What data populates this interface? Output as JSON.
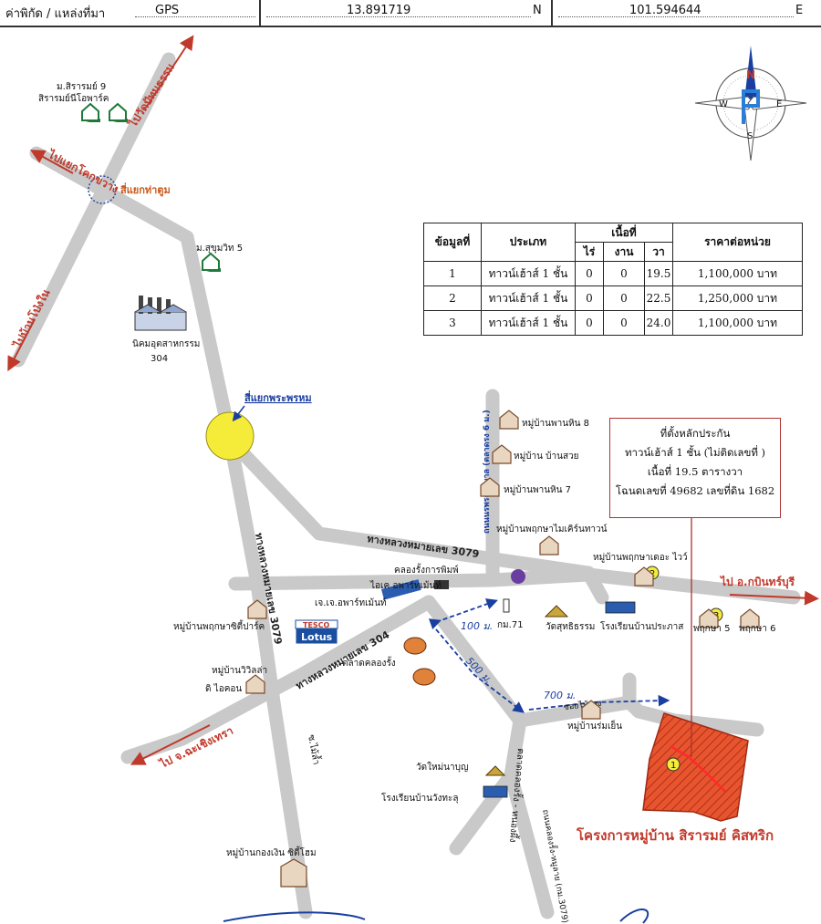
{
  "header": {
    "label": "ค่าพิกัด / แหล่งที่มา",
    "source": "GPS",
    "lat": "13.891719",
    "lat_suffix": "N",
    "lon": "101.594644",
    "lon_suffix": "E"
  },
  "compass": {
    "n": "N",
    "s": "S",
    "e": "E",
    "w": "W"
  },
  "table": {
    "headers": [
      "ข้อมูลที่",
      "ประเภท",
      "เนื้อที่",
      "ราคาต่อหน่วย"
    ],
    "area_units": [
      "ไร่",
      "งาน",
      "วา"
    ],
    "rows": [
      {
        "no": "1",
        "type": "ทาวน์เฮ้าส์ 1 ชั้น",
        "rai": "0",
        "ngan": "0",
        "wa": "19.5",
        "price": "1,100,000 บาท"
      },
      {
        "no": "2",
        "type": "ทาวน์เฮ้าส์ 1 ชั้น",
        "rai": "0",
        "ngan": "0",
        "wa": "22.5",
        "price": "1,250,000 บาท"
      },
      {
        "no": "3",
        "type": "ทาวน์เฮ้าส์ 1 ชั้น",
        "rai": "0",
        "ngan": "0",
        "wa": "24.0",
        "price": "1,100,000 บาท"
      }
    ]
  },
  "infobox": {
    "line1": "ที่ตั้งหลักประกัน",
    "line2": "ทาวน์เฮ้าส์ 1 ชั้น (ไม่ติดเลขที่ )",
    "line3": "เนื้อที่ 19.5 ตารางวา",
    "line4": "โฉนดเลขที่ 49682 เลขที่ดิน 1682"
  },
  "labels": {
    "sirarom9_a": "ม.สิรารมย์ 9",
    "sirarom9_b": "สิรารมย์นีโอพาร์ค",
    "to_pathum": "ไปวัดปัทมธรรม",
    "to_khok": "ไปแยกโคกขวาง",
    "to_bang": "ไปบ้านโป่งใน",
    "sia_ta_tum": "สี่แยกท่าตูม",
    "sukhumvit5": "ม.สุขุมวิท 5",
    "industrial": "นิคมอุตสาหกรรม",
    "industrial_no": "304",
    "sia_phra_phrom": "สี่แยกพระพรหม",
    "hw3079_a": "ทางหลวงหมายเลข 3079",
    "hw3079_b": "ทางหลวงหมายเลข 3079",
    "hw304": "ทางหลวงหมายเลข 304",
    "to_kabin": "ไป อ.กบินทร์บุรี",
    "to_cha": "ไป จ.ฉะเชิงเทรา",
    "vertical_road": "ถนนนรพระยาบาล (ตลาดรง 6 ม.)",
    "v_phanhin8": "หมู่บ้านพานหิน 8",
    "v_suai": "หมู่บ้าน บ้านสวย",
    "v_phanhin7": "หมู่บ้านพานหิน 7",
    "v_modern": "หมู่บ้านพฤกษาไมเคิร์นทาวน์",
    "v_the_wave": "หมู่บ้านพฤกษาเดอะ ไวว์",
    "print_shop": "คลองรั้งการพิมพ์",
    "id_apt": "ไอเค อพาร์ทเม้นท์",
    "jj_apt": "เจ.เจ.อพาร์ทเม้นท์",
    "v_city_park": "หมู่บ้านพฤกษาซิตี้ปาร์ค",
    "tesco_a": "TESCO",
    "tesco_b": "Lotus",
    "v_villa": "หมู่บ้านวิวิลล่า",
    "d_icon": "ดิ ไอคอน",
    "km71": "กม.71",
    "wat_suthi": "วัดสุทธิธรรม",
    "school_prakhat": "โรงเรียนบ้านประภาส",
    "prueksa5": "พฤกษา 5",
    "prueksa6": "พฤกษา 6",
    "market": "ตลาดคลองรั้ง",
    "dist100": "100 ม.",
    "dist500": "500 ม.",
    "dist700": "700 ม.",
    "soi_maifang": "ซอยไม้ฝาง",
    "v_rom_yen": "หมู่บ้านร่มเย็น",
    "wat_mai": "วัดใหม่นาบุญ",
    "school_wang": "โรงเรียนบ้านวังทะลุ",
    "soi_mai_lad": "ซ.ไม้ล้ำ",
    "road_nong": "ตลาดคลองรั้ง - หนองผึ้ง",
    "road_klongrang": "ถนนคลองรั้ง-หมูลาย (กม.3079)",
    "v_kongngoen": "หมู่บ้านกองเงิน ซิตี้โฮม",
    "marker1": "1",
    "marker2": "2",
    "marker3": "3"
  },
  "project_name": "โครงการหมู่บ้าน สิรารมย์ คิสทริก",
  "colors": {
    "road": "#c9c9c9",
    "road_edge": "#9a9a9a",
    "arrow_red": "#c0392b",
    "dash_blue": "#1a3fa0",
    "yellow_marker": "#f5ec3a",
    "project_fill": "#e8542e",
    "house_icon": "#1f7a3a",
    "building": "#2a5db0"
  }
}
